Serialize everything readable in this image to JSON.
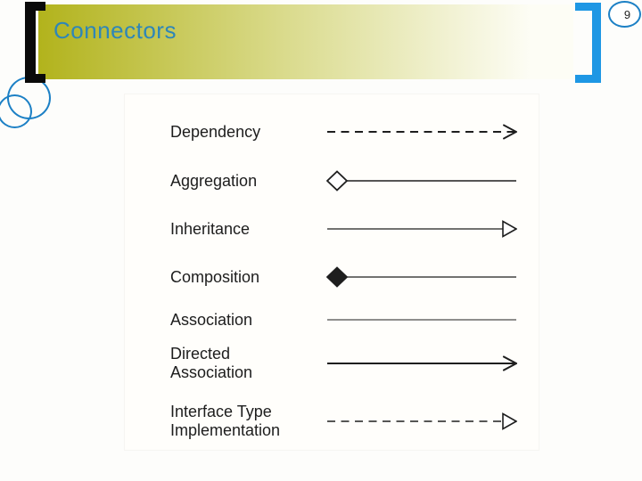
{
  "page": {
    "title": "Connectors",
    "page_number": "9"
  },
  "figure": {
    "rows": [
      {
        "label": "Dependency",
        "line": "dashed",
        "start": "none",
        "end": "open-arrow"
      },
      {
        "label": "Aggregation",
        "line": "solid",
        "start": "hollow-diamond",
        "end": "none"
      },
      {
        "label": "Inheritance",
        "line": "solid",
        "start": "none",
        "end": "hollow-triangle"
      },
      {
        "label": "Composition",
        "line": "solid",
        "start": "filled-diamond",
        "end": "none"
      },
      {
        "label": "Association",
        "line": "solid",
        "start": "none",
        "end": "none"
      },
      {
        "label": "Directed Association",
        "line": "solid",
        "start": "none",
        "end": "open-arrow"
      },
      {
        "label": "Interface Type Implementation",
        "line": "dashed",
        "start": "none",
        "end": "hollow-triangle"
      }
    ]
  },
  "colors": {
    "band_start": "#b2b31c",
    "band_end": "#fdfdf5",
    "title_color": "#2e86b8",
    "accent_blue": "#1e97e4",
    "circle_blue": "#1c80c5",
    "line_color": "#1e1e1e"
  }
}
